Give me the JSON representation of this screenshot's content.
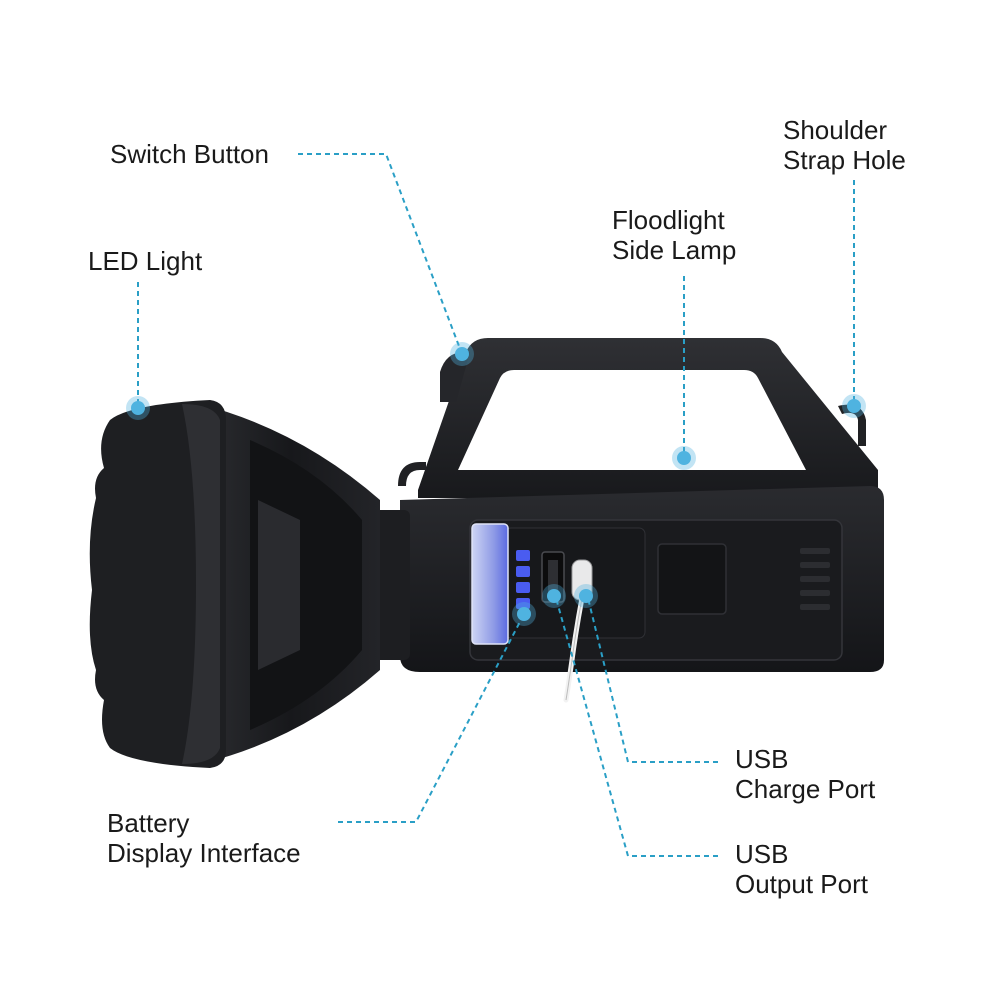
{
  "labels": {
    "switch_button": "Switch Button",
    "shoulder_strap_hole": [
      "Shoulder",
      "Strap Hole"
    ],
    "floodlight_side_lamp": [
      "Floodlight",
      "Side Lamp"
    ],
    "led_light": "LED Light",
    "usb_charge_port": [
      "USB",
      "Charge Port"
    ],
    "usb_output_port": [
      "USB",
      "Output Port"
    ],
    "battery_display_interface": [
      "Battery",
      "Display Interface"
    ]
  },
  "colors": {
    "leader_line": "#2a9fc6",
    "marker_dot": "#4fb3e0",
    "body": "#1b1c1f",
    "battery_indicator": "#4a5cf0"
  }
}
